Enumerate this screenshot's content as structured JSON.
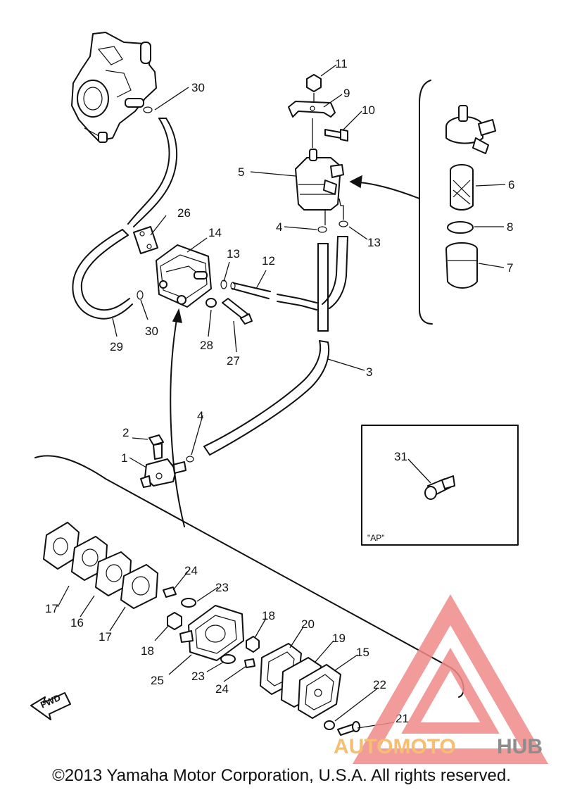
{
  "diagram": {
    "callouts": {
      "c1": "1",
      "c2": "2",
      "c3": "3",
      "c4a": "4",
      "c4b": "4",
      "c5": "5",
      "c6": "6",
      "c7": "7",
      "c8": "8",
      "c9": "9",
      "c10": "10",
      "c11": "11",
      "c12": "12",
      "c13a": "13",
      "c13b": "13",
      "c14": "14",
      "c15": "15",
      "c16": "16",
      "c17a": "17",
      "c17b": "17",
      "c18a": "18",
      "c18b": "18",
      "c19": "19",
      "c20": "20",
      "c21": "21",
      "c22": "22",
      "c23a": "23",
      "c23b": "23",
      "c24a": "24",
      "c24b": "24",
      "c25": "25",
      "c26": "26",
      "c27": "27",
      "c28": "28",
      "c29": "29",
      "c30a": "30",
      "c30b": "30",
      "c31": "31"
    },
    "inset_label": "\"AP\"",
    "fwd_label": "FWD"
  },
  "watermark": {
    "brand_part1": "AUTOMOTO",
    "brand_part2": "HUB",
    "color_primary": "#f08a8a",
    "color_secondary": "#f5b35a",
    "color_gray": "#7a7a7a"
  },
  "footer": {
    "copyright": "©2013 Yamaha Motor Corporation, U.S.A. All rights reserved."
  }
}
